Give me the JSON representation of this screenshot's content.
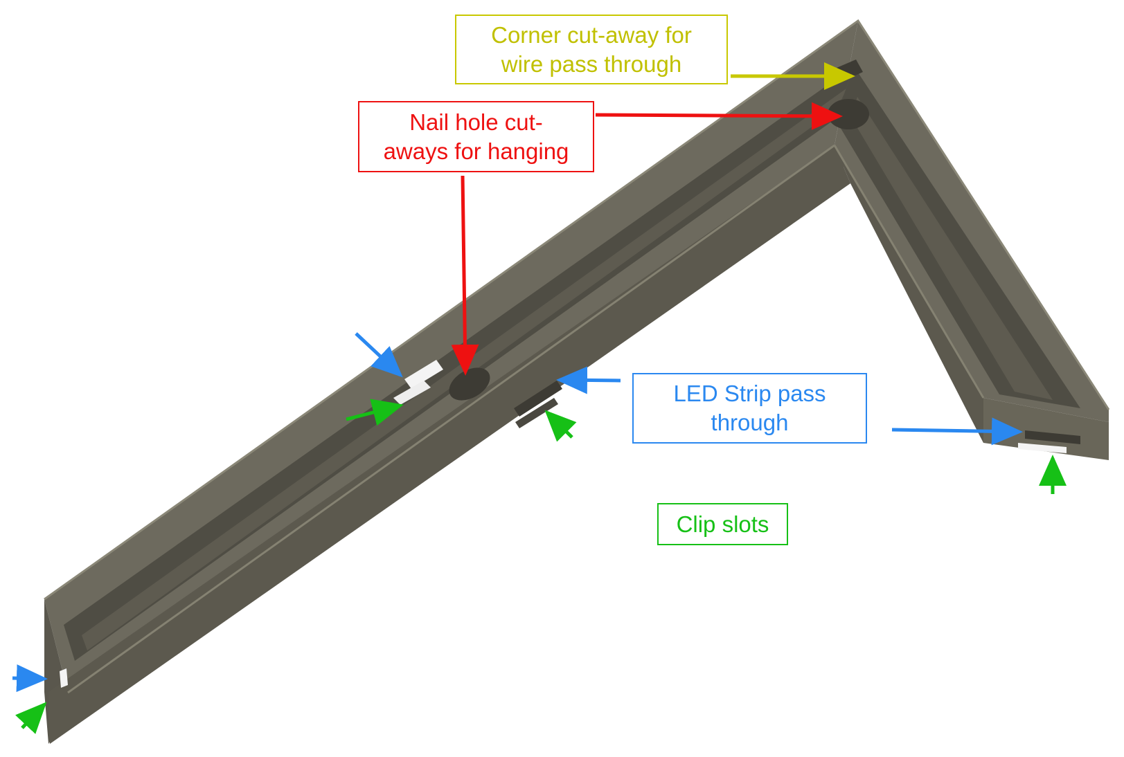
{
  "labels": {
    "corner": {
      "line1": "Corner cut-away for",
      "line2": "wire pass through",
      "color": "#c8c800"
    },
    "nail": {
      "line1": "Nail hole cut-",
      "line2": "aways for hanging",
      "color": "#ee1111"
    },
    "led": {
      "line1": "LED Strip pass",
      "line2": "through",
      "color": "#2a88f0"
    },
    "clip": {
      "line1": "Clip slots",
      "color": "#16c016"
    }
  },
  "colors": {
    "frame_top": "#6d6a5e",
    "frame_side": "#5c594e",
    "frame_inner": "#4e4c43",
    "frame_edge": "#8b8878",
    "slot": "#f4f4f4"
  }
}
